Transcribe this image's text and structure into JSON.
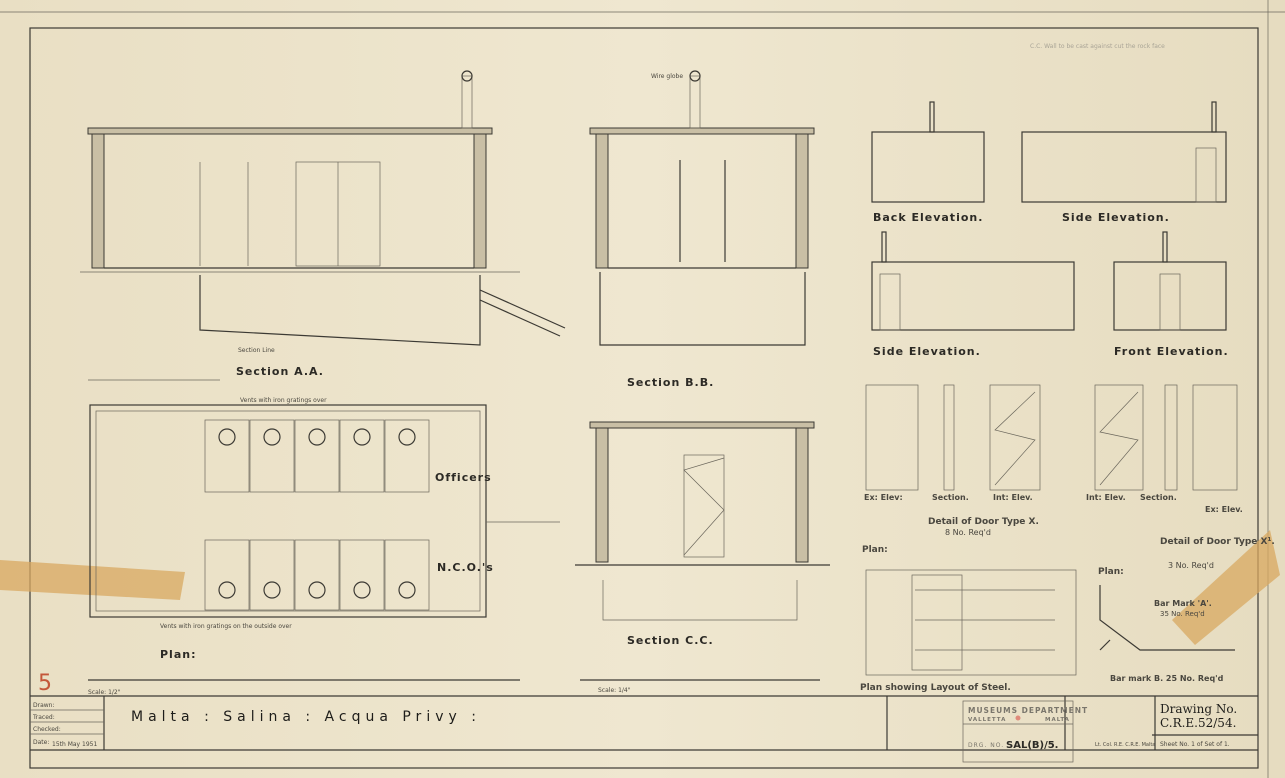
{
  "drawing": {
    "labels": {
      "section_aa": "Section A.A.",
      "section_bb": "Section B.B.",
      "section_cc": "Section C.C.",
      "plan": "Plan:",
      "back_elevation": "Back Elevation.",
      "side_elevation_1": "Side Elevation.",
      "side_elevation_2": "Side Elevation.",
      "front_elevation": "Front Elevation.",
      "door_x": "Detail of Door Type X.",
      "door_x_req": "8 No. Req'd",
      "door_x1": "Detail of Door Type X¹.",
      "door_x1_req": "3 No. Req'd",
      "ex_elev_1": "Ex: Elev:",
      "section_1": "Section.",
      "int_elev_1": "Int: Elev.",
      "int_elev_2": "Int: Elev.",
      "section_2": "Section.",
      "ex_elev_2": "Ex: Elev.",
      "plan_small_1": "Plan:",
      "plan_small_2": "Plan:",
      "steel_layout": "Plan showing Layout of Steel.",
      "bar_a": "Bar Mark 'A'.",
      "bar_a_req": "35 No. Req'd",
      "bar_b": "Bar mark B. 25 No. Req'd",
      "officers": "Officers",
      "ncos": "N.C.O.'s",
      "scale_1": "Scale: 1/2\"",
      "scale_2": "Scale: 1/4\"",
      "section_line": "Section Line",
      "vents_top": "Vents with iron gratings over",
      "vents_bottom": "Vents with iron gratings on the outside over",
      "wire_globe": "Wire globe",
      "sheet_number": "5",
      "note_top_right": "C.C. Wall to be cast against cut the rock face"
    },
    "title_block": {
      "drawn_label": "Drawn:",
      "traced_label": "Traced:",
      "checked_label": "Checked:",
      "date_label": "Date:",
      "date_value": "15th May 1951",
      "title": "Malta : Salina : Acqua Privy :",
      "stamp_dept": "MUSEUMS DEPARTMENT",
      "stamp_city": "VALLETTA",
      "stamp_country": "MALTA",
      "drg_no_label": "DRG. NO.",
      "drg_no_value": "SAL(B)/5.",
      "signature": "Lt. Col. R.E. C.R.E. Malta",
      "drawing_no_label": "Drawing No.",
      "drawing_no_value": "C.R.E.52/54.",
      "sheet_info": "Sheet No. 1 of Set of 1."
    }
  }
}
